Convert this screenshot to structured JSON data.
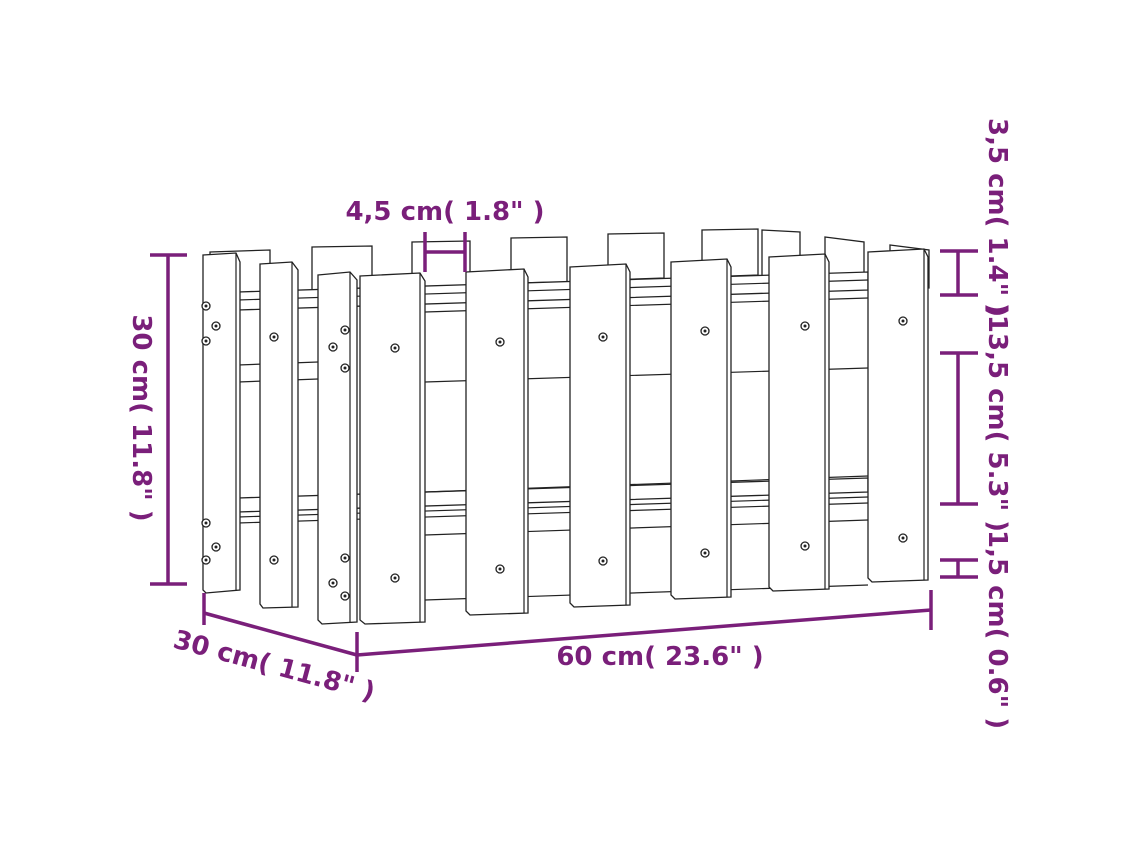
{
  "colors": {
    "dimension": "#7a1f7a",
    "drawing": "#222222",
    "background": "#ffffff"
  },
  "dimensions": {
    "slat_width": "4,5 cm( 1.8\" )",
    "height": "30 cm( 11.8\" )",
    "depth": "30 cm( 11.8\" )",
    "length": "60 cm( 23.6\" )",
    "top_gap": "3,5 cm( 1.4\" )",
    "middle_gap": ")13,5 cm( 5.3\" )",
    "bottom_gap": "1,5 cm( 0.6\" )"
  }
}
